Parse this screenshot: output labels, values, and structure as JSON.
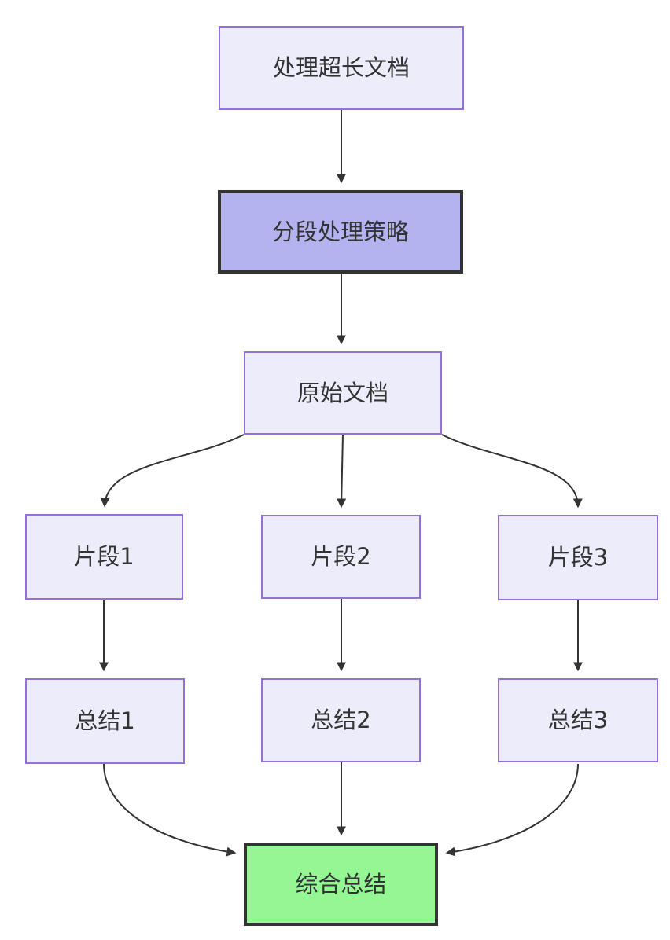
{
  "diagram": {
    "type": "flowchart",
    "direction": "top-down",
    "colors": {
      "background": "#ffffff",
      "node_fill": "#ececfb",
      "node_border": "#9370db",
      "highlight_fill": "#b3b3f0",
      "highlight_border": "#333333",
      "result_fill": "#94f794",
      "result_border": "#333333",
      "edge": "#333333",
      "text": "#333333"
    },
    "nodes": [
      {
        "id": "A",
        "label": "处理超长文档",
        "style": "default"
      },
      {
        "id": "B",
        "label": "分段处理策略",
        "style": "highlight"
      },
      {
        "id": "C",
        "label": "原始文档",
        "style": "default"
      },
      {
        "id": "D",
        "label": "片段1",
        "style": "default"
      },
      {
        "id": "E",
        "label": "片段2",
        "style": "default"
      },
      {
        "id": "F",
        "label": "片段3",
        "style": "default"
      },
      {
        "id": "G",
        "label": "总结1",
        "style": "default"
      },
      {
        "id": "H",
        "label": "总结2",
        "style": "default"
      },
      {
        "id": "I",
        "label": "总结3",
        "style": "default"
      },
      {
        "id": "J",
        "label": "综合总结",
        "style": "result"
      }
    ],
    "edges": [
      {
        "from": "处理超长文档",
        "to": "分段处理策略"
      },
      {
        "from": "分段处理策略",
        "to": "原始文档"
      },
      {
        "from": "原始文档",
        "to": "片段1"
      },
      {
        "from": "原始文档",
        "to": "片段2"
      },
      {
        "from": "原始文档",
        "to": "片段3"
      },
      {
        "from": "片段1",
        "to": "总结1"
      },
      {
        "from": "片段2",
        "to": "总结2"
      },
      {
        "from": "片段3",
        "to": "总结3"
      },
      {
        "from": "总结1",
        "to": "综合总结"
      },
      {
        "from": "总结2",
        "to": "综合总结"
      },
      {
        "from": "总结3",
        "to": "综合总结"
      }
    ]
  }
}
